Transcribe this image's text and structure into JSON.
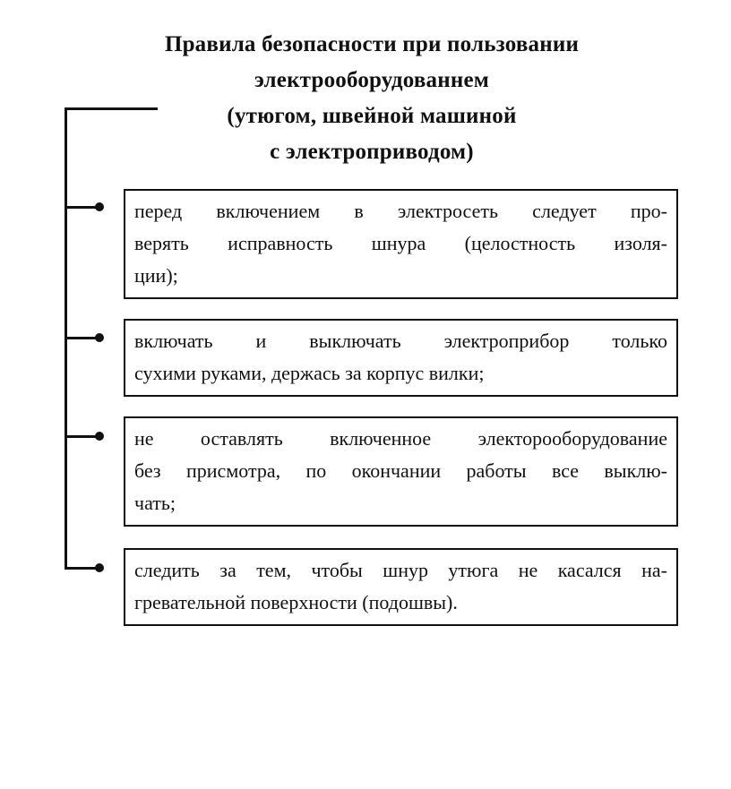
{
  "title": {
    "lines": [
      "Правила безопасности при пользовании",
      "электрооборудованнем",
      "(утюгом, швейной машиной",
      "с электроприводом)"
    ]
  },
  "rules": [
    {
      "lines": [
        "перед включением в электросеть следует про-",
        "верять исправность шнура (целостность изоля-",
        "ции);"
      ]
    },
    {
      "lines": [
        "включать и выключать электроприбор только",
        "сухими руками, держась за корпус вилки;"
      ]
    },
    {
      "lines": [
        "не оставлять включенное электорооборудование",
        "без присмотра, по окончании работы все выклю-",
        "чать;"
      ]
    },
    {
      "lines": [
        "следить за тем, чтобы шнур утюга не касался на-",
        "гревательной поверхности (подошвы)."
      ]
    }
  ]
}
